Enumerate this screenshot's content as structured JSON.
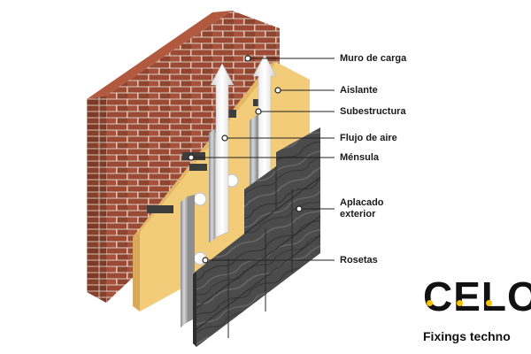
{
  "labels": [
    {
      "id": "muro",
      "text": "Muro de carga"
    },
    {
      "id": "aislante",
      "text": "Aislante"
    },
    {
      "id": "subestructura",
      "text": "Subestructura"
    },
    {
      "id": "flujo",
      "text": "Flujo de aire"
    },
    {
      "id": "mensula",
      "text": "Ménsula"
    },
    {
      "id": "aplacado",
      "text": "Aplacado\nexterior"
    },
    {
      "id": "rosetas",
      "text": "Rosetas"
    }
  ],
  "logo": {
    "text": "CELO",
    "tagline": "Fixings techno",
    "accent_color": "#f5c400"
  },
  "colors": {
    "brick": "#9c4a33",
    "mortar": "#d9cfc4",
    "insulation": "#f2cc78",
    "rail": "#b9b9b9",
    "cladding": "#4a4a4a",
    "leader": "#222222"
  }
}
